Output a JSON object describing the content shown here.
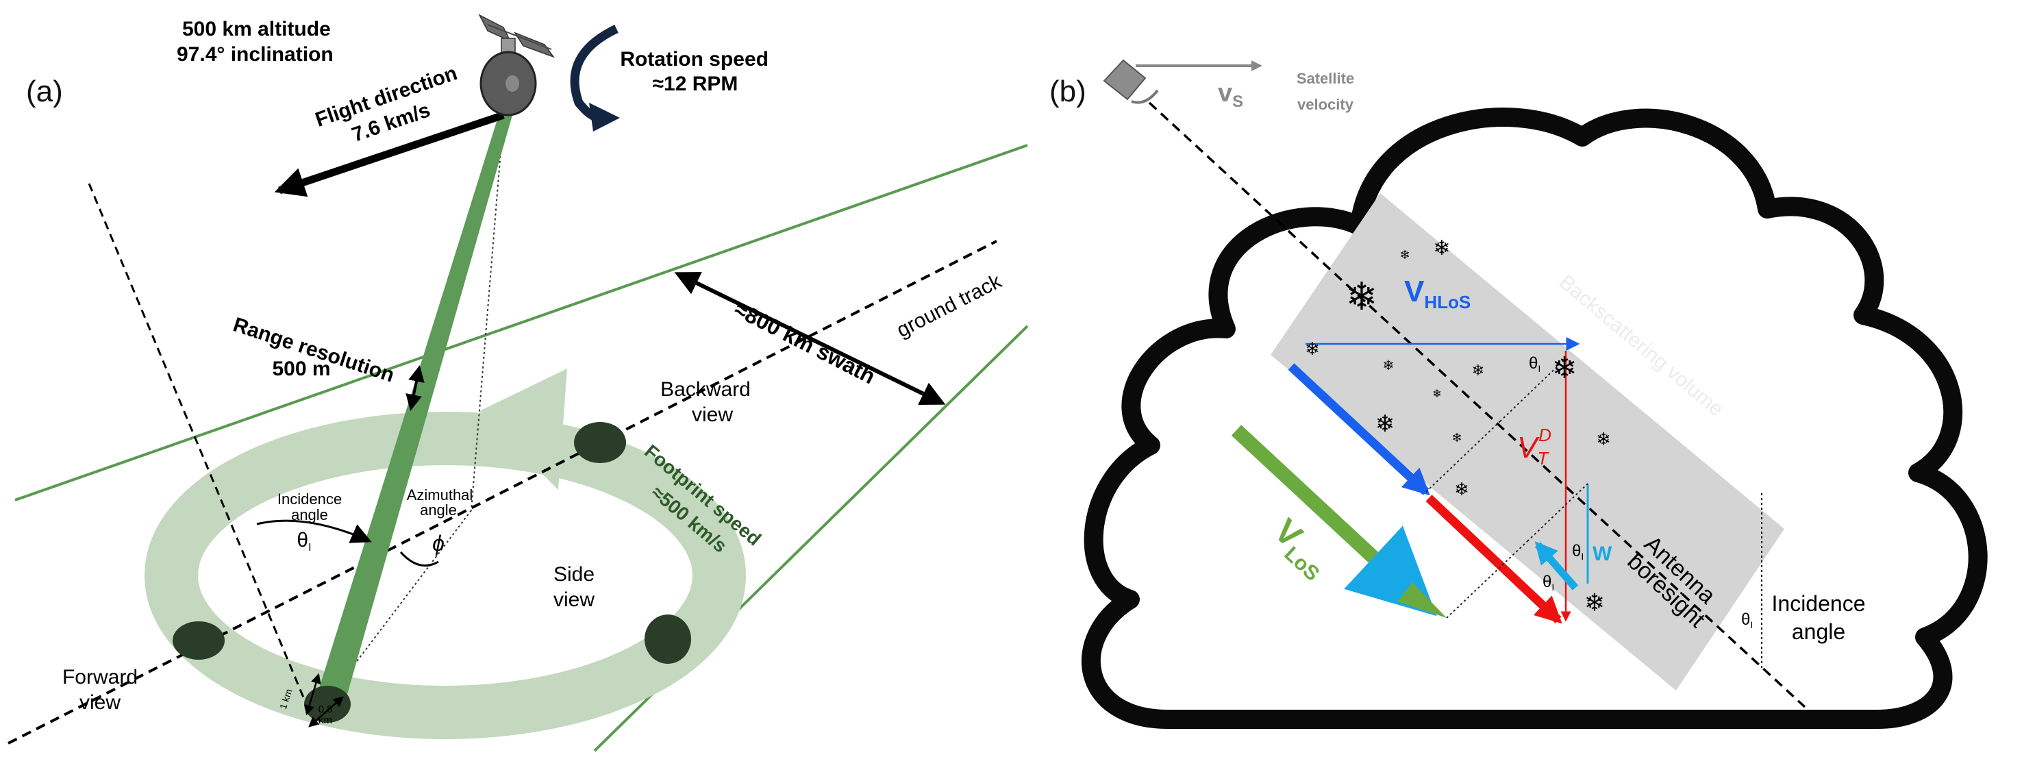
{
  "panel_a": {
    "label": "(a)",
    "orbit_altitude": "500 km altitude",
    "orbit_inclination": "97.4° inclination",
    "rotation_title": "Rotation speed",
    "rotation_value": "≈12 RPM",
    "flight_title": "Flight direction",
    "flight_value": "7.6 km/s",
    "swath": "≈800 km swath",
    "ground_track": "ground track",
    "range_title": "Range resolution",
    "range_value": "500 m",
    "backward_line1": "Backward",
    "backward_line2": "view",
    "footprint_title": "Footprint speed",
    "footprint_value": "≈500 km/s",
    "incidence_line1": "Incidence",
    "incidence_line2": "angle",
    "azimuthal_line1": "Azimuthal",
    "azimuthal_line2": "angle",
    "theta_i": "θ",
    "theta_sub": "I",
    "phi": "ϕ",
    "side_line1": "Side",
    "side_line2": "view",
    "forward_line1": "Forward",
    "forward_line2": "view",
    "footprint_along": "1 km",
    "footprint_across_value": "0.8",
    "footprint_across_unit": "km"
  },
  "panel_b": {
    "label": "(b)",
    "vs_main": "v",
    "vs_sub": "S",
    "sat_velocity_line1": "Satellite",
    "sat_velocity_line2": "velocity",
    "backscatter": "Backscattering volume",
    "vhlos_main": "V",
    "vhlos_sub": "HLoS",
    "vlos_main": "V",
    "vlos_sub": "LoS",
    "vtd_main": "V",
    "vtd_sub": "T",
    "vtd_sup": "D",
    "w": "W",
    "antenna_line1": "Antenna",
    "antenna_line2": "boresight",
    "incidence_line1": "Incidence",
    "incidence_line2": "angle",
    "theta": "θ",
    "theta_sub": "I",
    "snowflake": "❄"
  },
  "colors": {
    "ring_green": "#c3d8be",
    "beam_green": "#5e9a58",
    "footprint_dark": "#2a3d28",
    "swath_line": "#5a9a50",
    "vhlos_blue": "#1a60ee",
    "vtd_red": "#ee1111",
    "w_cyan": "#18a8e6",
    "vlos_green": "#6aaa3e",
    "volume_gray": "#d4d4d4",
    "cloud_outline": "#0a0a0a"
  }
}
